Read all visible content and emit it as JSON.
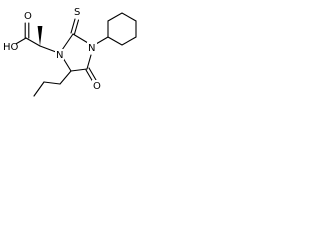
{
  "molecule": {
    "atoms": {
      "hydroxyl": "HO",
      "carbonyl_oxygen_acid": "O",
      "nitrogen_left": "N",
      "nitrogen_right": "N",
      "thione_sulfur": "S",
      "carbonyl_oxygen_ring": "O"
    },
    "bond_color": "#000000",
    "background": "#ffffff"
  }
}
